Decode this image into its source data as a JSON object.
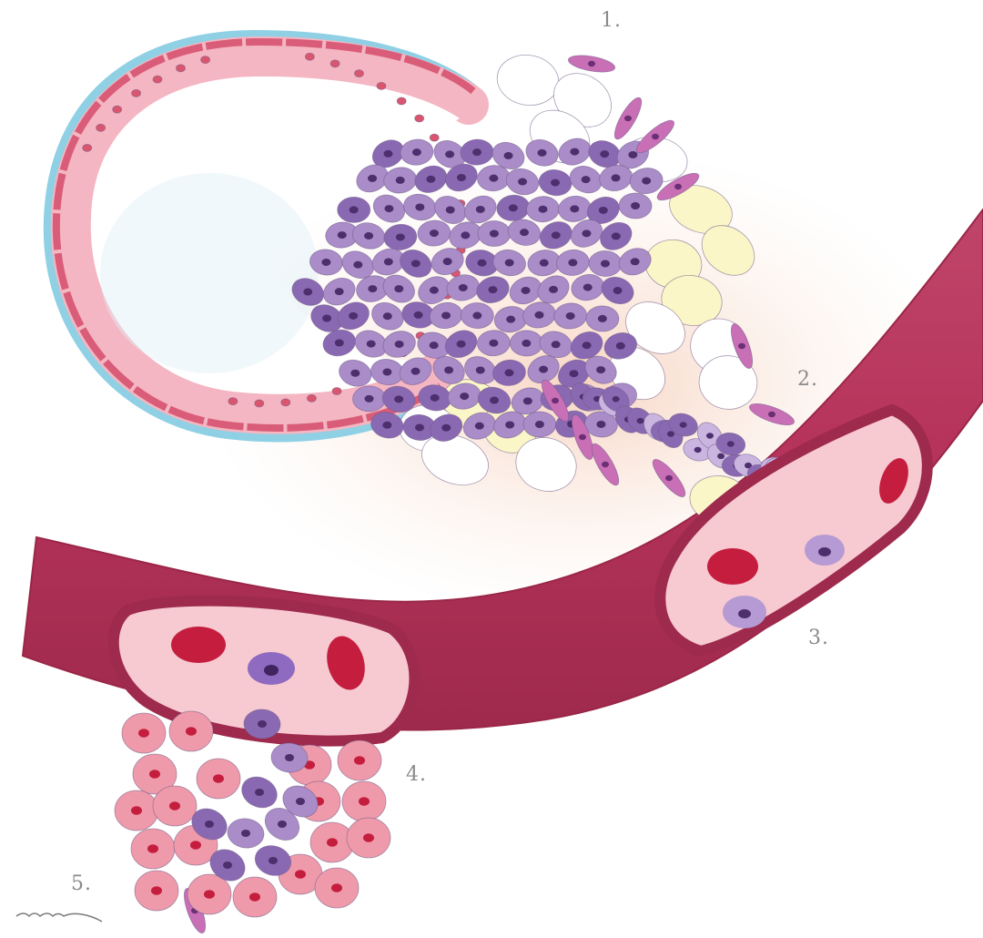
{
  "labels": {
    "l1": "1.",
    "l2": "2.",
    "l3": "3.",
    "l4": "4.",
    "l5": "5."
  },
  "colors": {
    "basement_membrane": "#8fd0e4",
    "epithelium": "#f4b6c2",
    "epithelium_nucleus": "#d9566e",
    "tumor_cell": "#a98cc8",
    "tumor_cell_dark": "#8a69b3",
    "tumor_nucleus": "#4d2f6e",
    "fibroblast": "#c86fb6",
    "adipocyte": "#fbf6c8",
    "stroma": "#f8dccc",
    "vessel_wall": "#b83a5a",
    "vessel_lumen": "#f7c9d1",
    "red_blood_cell": "#c51d3e",
    "tissue_cell": "#ef9aaa"
  }
}
